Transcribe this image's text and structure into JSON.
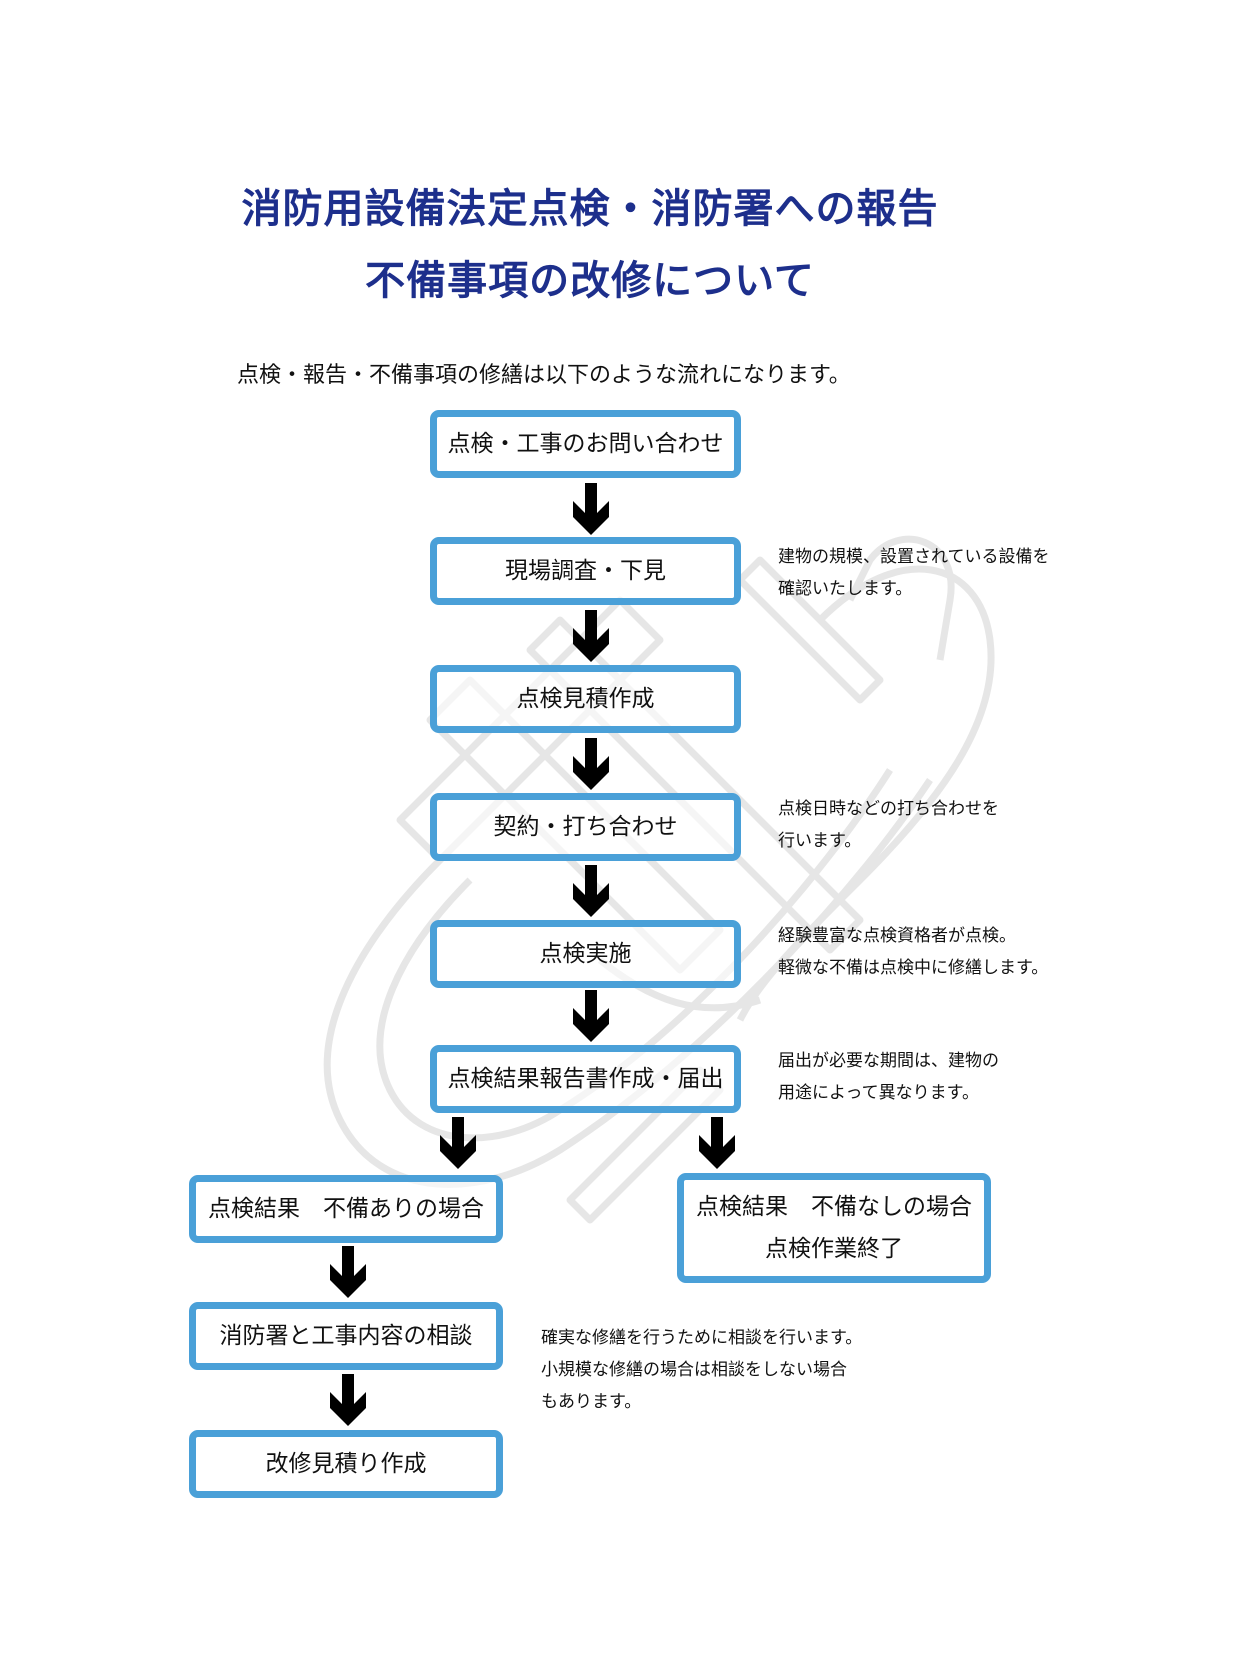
{
  "title": {
    "line1": "消防用設備法定点検・消防署への報告",
    "line2": "不備事項の改修について"
  },
  "intro": "点検・報告・不備事項の修繕は以下のような流れになります。",
  "steps": [
    {
      "label": "点検・工事のお問い合わせ"
    },
    {
      "label": "現場調査・下見",
      "note": [
        "建物の規模、設置されている設備を",
        "確認いたします。"
      ]
    },
    {
      "label": "点検見積作成"
    },
    {
      "label": "契約・打ち合わせ",
      "note": [
        "点検日時などの打ち合わせを",
        "行います。"
      ]
    },
    {
      "label": "点検実施",
      "note": [
        "経験豊富な点検資格者が点検。",
        "軽微な不備は点検中に修繕します。"
      ]
    },
    {
      "label": "点検結果報告書作成・届出",
      "note": [
        "届出が必要な期間は、建物の",
        "用途によって異なります。"
      ]
    }
  ],
  "branch_defect": {
    "label": "点検結果　不備ありの場合",
    "steps": [
      {
        "label": "消防署と工事内容の相談",
        "note": [
          "確実な修繕を行うために相談を行います。",
          "小規模な修繕の場合は相談をしない場合",
          "もあります。"
        ]
      },
      {
        "label": "改修見積り作成"
      }
    ]
  },
  "branch_ok": {
    "line1": "点検結果　不備なしの場合",
    "line2": "点検作業終了"
  },
  "colors": {
    "title": "#1d2f8c",
    "box_border": "#4aa0d8",
    "arrow": "#000000",
    "watermark": "#e6e6e6"
  },
  "icons": [
    "down-arrow-icon",
    "watermark-logo"
  ]
}
